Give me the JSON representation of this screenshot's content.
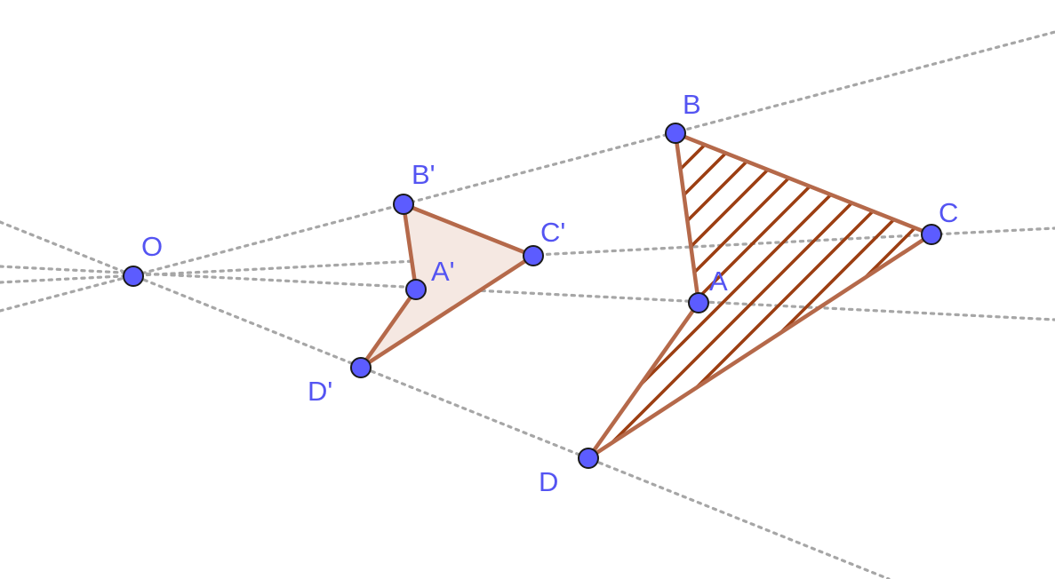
{
  "colors": {
    "point_fill": "#5c5cff",
    "label": "#5454f2",
    "edge": "#b5694a",
    "hatch": "#9c3e12",
    "image_fill": "#f5e8e2",
    "ray": "#a6a6a6"
  },
  "figure": {
    "center": "O",
    "original": {
      "vertices": [
        "B",
        "C",
        "D",
        "A"
      ],
      "fill_style": "hatched"
    },
    "image": {
      "vertices": [
        "B'",
        "C'",
        "D'",
        "A'"
      ],
      "fill_style": "solid"
    }
  },
  "labels": {
    "O": "O",
    "A": "A",
    "B": "B",
    "C": "C",
    "D": "D",
    "A1": "A'",
    "B1": "B'",
    "C1": "C'",
    "D1": "D'"
  }
}
